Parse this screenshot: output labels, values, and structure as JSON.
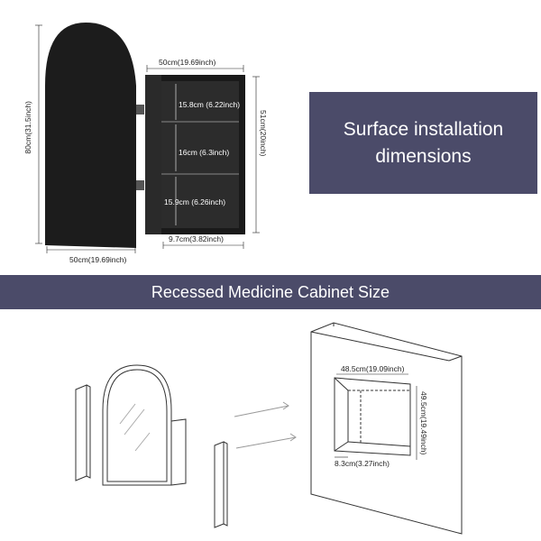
{
  "surface_panel": {
    "line1": "Surface installation",
    "line2": "dimensions",
    "bg_color": "#4b4b69"
  },
  "banner": {
    "title": "Recessed Medicine Cabinet Size"
  },
  "top_dimensions": {
    "height_total": "80cm(31.5inch)",
    "width_top": "50cm(19.69inch)",
    "cabinet_height": "51cm(20inch)",
    "width_bottom": "50cm(19.69inch)",
    "depth": "9.7cm(3.82inch)",
    "shelf_1": "15.8cm (6.22inch)",
    "shelf_2": "16cm (6.3inch)",
    "shelf_3": "15.9cm (6.26inch)"
  },
  "recess_dimensions": {
    "width": "48.5cm(19.09inch)",
    "height": "49.5cm(19.49inch)",
    "depth": "8.3cm(3.27inch)"
  }
}
